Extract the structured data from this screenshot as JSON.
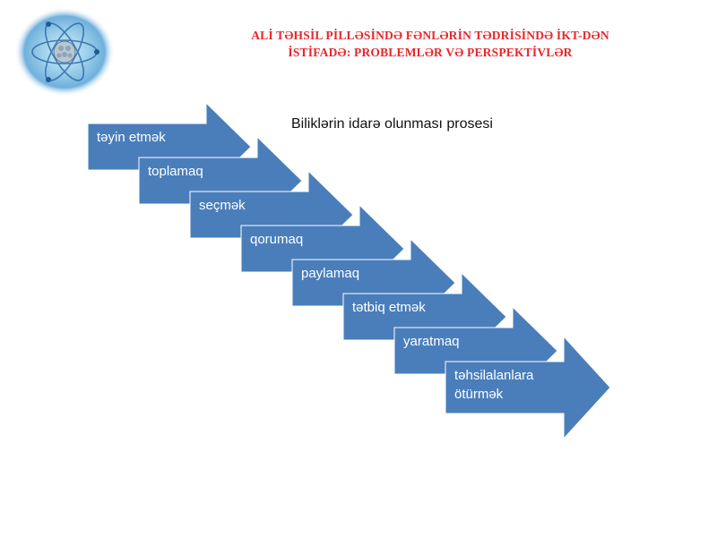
{
  "header": {
    "title_line1": "ALİ TƏHSİL PİLLƏSİNDƏ FƏNLƏRİN TƏDRİSİNDƏ İKT-DƏN",
    "title_line2": "İSTİFADƏ: PROBLEMLƏR VƏ PERSPEKTİVLƏR",
    "logo_icon": "atom-emblem-icon"
  },
  "diagram": {
    "caption": "Biliklərin idarə olunması prosesi",
    "arrow_fill": "#4a7ebb",
    "arrow_stroke": "#ffffff",
    "steps": [
      {
        "lines": [
          "təyin etmək"
        ]
      },
      {
        "lines": [
          "toplamaq"
        ]
      },
      {
        "lines": [
          "seçmək"
        ]
      },
      {
        "lines": [
          "qorumaq"
        ]
      },
      {
        "lines": [
          "paylamaq"
        ]
      },
      {
        "lines": [
          "tətbiq etmək"
        ]
      },
      {
        "lines": [
          "yaratmaq"
        ]
      },
      {
        "lines": [
          "təhsilalanlara",
          "ötürmək"
        ]
      }
    ]
  }
}
